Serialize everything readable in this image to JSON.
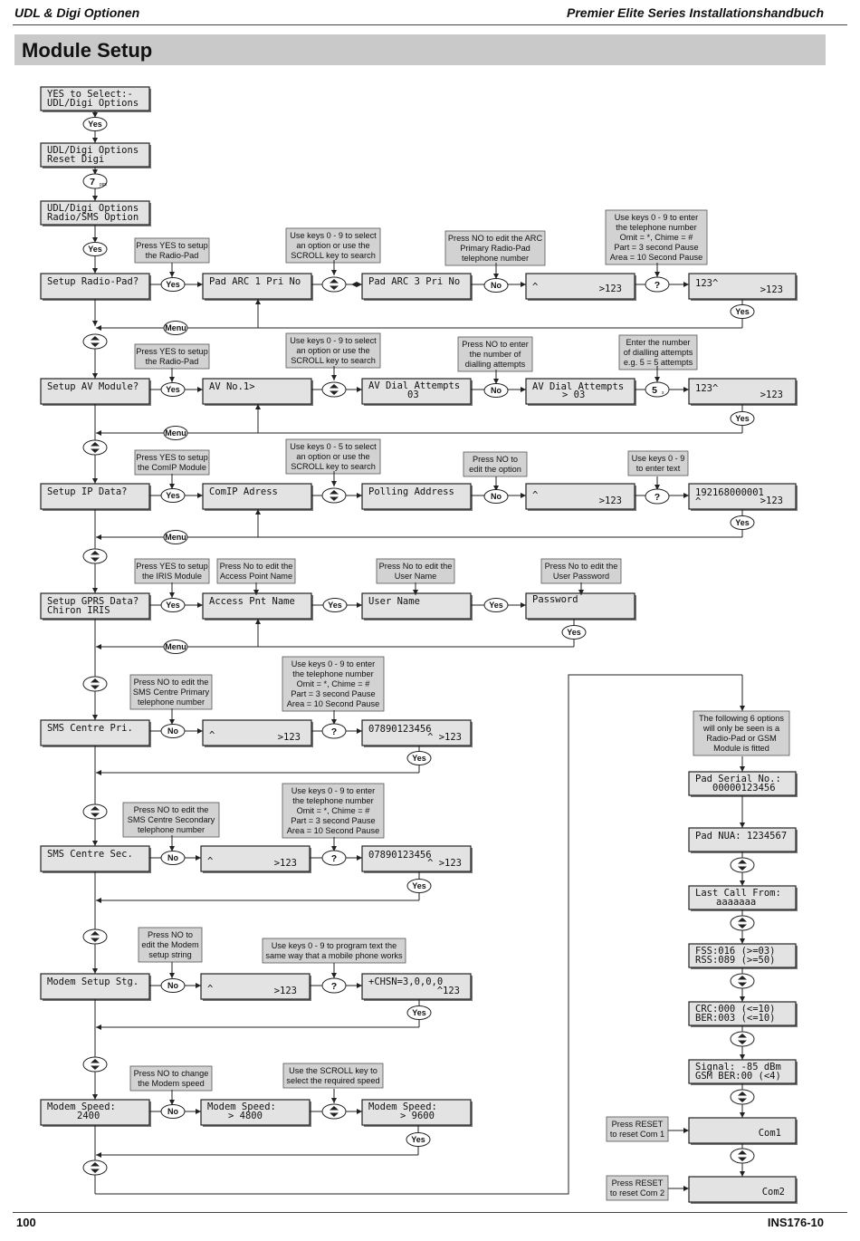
{
  "header": {
    "left": "UDL & Digi Optionen",
    "right": "Premier Elite Series Installationshandbuch"
  },
  "section_title": "Module Setup",
  "footer": {
    "page_number": "100",
    "doc_code": "INS176-10"
  },
  "labels": {
    "yes": "Yes",
    "no": "No",
    "menu": "Menu",
    "q": "?",
    "seven": "7",
    "sub_presses": "pgs",
    "five": "5",
    "sub_five": "x"
  },
  "lcd": {
    "select_l1": "YES to Select:-",
    "select_l2": "UDL/Digi Options",
    "reset_l1": "UDL/Digi Options",
    "reset_l2": "Reset Digi",
    "radio_l1": "UDL/Digi Options",
    "radio_l2": "Radio/SMS Option",
    "setup_radio": "Setup Radio-Pad?",
    "pad_arc1": "Pad ARC 1 Pri No",
    "pad_arc3": "Pad ARC 3 Pri No",
    "caret": "^",
    "k123": ">123",
    "num_a": "123^",
    "setup_av": "Setup AV Module?",
    "av_no": "AV No.1>",
    "dial1_l1": "AV Dial Attempts",
    "dial1_l2": "03",
    "dial2_l2": "> 03",
    "setup_ip": "Setup IP Data?",
    "comip": "ComIP Adress",
    "polling": "Polling Address",
    "ip_value": "192168000001",
    "gprs_l1": "Setup GPRS Data?",
    "gprs_l2": "Chiron IRIS",
    "access": "Access Pnt Name",
    "user": "User Name",
    "password": "Password",
    "sms_pri": "SMS Centre Pri.",
    "phone": "07890123456",
    "phone_k": "^ >123",
    "sms_sec": "SMS Centre Sec.",
    "modem_str": "Modem Setup Stg.",
    "chsn": "+CHSN=3,0,0,0",
    "chsn_k": "^123",
    "speed_l1": "Modem Speed:",
    "speed_a": "2400",
    "speed_b": "> 4800",
    "speed_c": "> 9600",
    "pad_serial_l1": "Pad Serial No.:",
    "pad_serial_l2": "00000123456",
    "pad_nua": "Pad NUA: 1234567",
    "last_call_l1": "Last Call From:",
    "last_call_l2": "aaaaaaa",
    "fss": "FSS:016 (>=03)",
    "rss": "RSS:089 (>=50)",
    "crc": "CRC:000 (<=10)",
    "ber": "BER:003 (<=10)",
    "signal": "Signal: -85  dBm",
    "gsm_ber": "GSM BER:00  (<4)",
    "com1": "Com1",
    "com2": "Com2"
  },
  "notes": {
    "yes_radio": [
      "Press YES to setup",
      "the  Radio-Pad"
    ],
    "keys_09_sel": [
      "Use keys 0 - 9 to select",
      "an option or use the",
      "SCROLL key to search"
    ],
    "no_arc": [
      "Press NO to edit the ARC",
      "Primary Radio-Pad",
      "telephone number"
    ],
    "keys_tel": [
      "Use keys 0 - 9 to enter",
      "the telephone number",
      "Omit =  *, Chime =  #",
      "Part =  3 second Pause",
      "Area =  10 Second Pause"
    ],
    "no_dial": [
      "Press NO to enter",
      "the number of",
      "dialling attempts"
    ],
    "enter_dial": [
      "Enter the number",
      "of dialling attempts",
      "e.g. 5 =  5 attempts"
    ],
    "yes_comip": [
      "Press YES to setup",
      "the ComIP Module"
    ],
    "keys_05_sel": [
      "Use keys 0 - 5 to select",
      "an option or use the",
      "SCROLL key to search"
    ],
    "no_option": [
      "Press NO to",
      "edit the option"
    ],
    "keys_text": [
      "Use keys 0 - 9",
      "to enter text"
    ],
    "yes_iris": [
      "Press YES to setup",
      "the IRIS Module"
    ],
    "no_apn": [
      "Press No to edit the",
      "Access Point Name"
    ],
    "no_user": [
      "Press No to edit the",
      "User Name"
    ],
    "no_pass": [
      "Press No to edit the",
      "User Password"
    ],
    "no_sms_pri": [
      "Press NO to edit the",
      "SMS Centre Primary",
      "telephone number"
    ],
    "keys_tel_b": [
      "Use keys 0 - 9 to enter",
      "the telephone number",
      "Omit =  *, Chime =  #",
      "Part =  3 second Pause",
      "Area =  10 Second Pause"
    ],
    "no_sms_sec": [
      "Press NO to edit the",
      "SMS Centre Secondary",
      "telephone number"
    ],
    "keys_tel_c": [
      "Use keys 0 - 9 to enter",
      "the telephone number",
      "Omit =  *, Chime =  #",
      "Part =  3 second Pause",
      "Area =  10 Second Pause"
    ],
    "no_modem": [
      "Press NO to",
      "edit the Modem",
      "setup string"
    ],
    "keys_prog": [
      "Use keys 0 - 9 to program text the",
      "same way that a mobile phone works"
    ],
    "no_speed": [
      "Press NO to change",
      "the  Modem speed"
    ],
    "scroll_speed": [
      "Use the SCROLL key to",
      "select the required speed"
    ],
    "six_options": [
      "The following 6 options",
      "will only be seen is a",
      "Radio-Pad or GSM",
      "Module is fitted"
    ],
    "reset1": [
      "Press RESET",
      "to reset Com 1"
    ],
    "reset2": [
      "Press RESET",
      "to reset Com 2"
    ]
  }
}
